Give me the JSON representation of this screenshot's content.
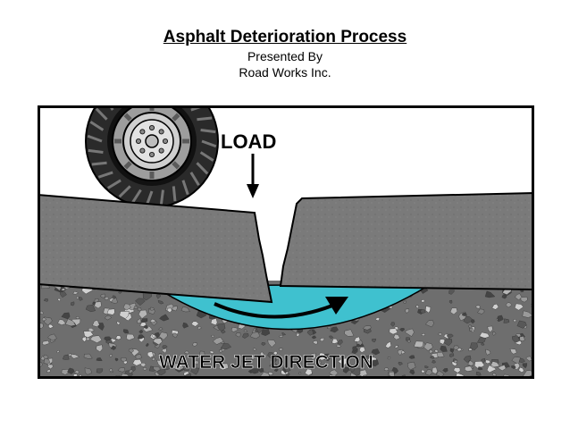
{
  "header": {
    "title": "Asphalt Deterioration Process",
    "presented_by": "Presented By",
    "company": "Road Works Inc."
  },
  "diagram": {
    "load_label": "LOAD",
    "water_label": "WATER JET DIRECTION"
  },
  "colors": {
    "asphalt": "#7a7a7a",
    "water": "#3fc1cf",
    "gravel_base": "#6e6e6e",
    "frame": "#000000"
  }
}
